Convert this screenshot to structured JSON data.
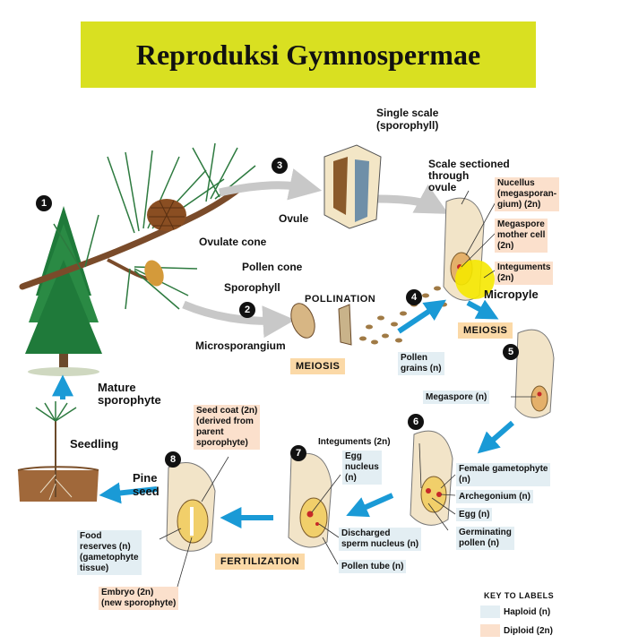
{
  "title": "Reproduksi Gymnospermae",
  "labels": {
    "single_scale": "Single scale",
    "sporophyll_paren": "(sporophyll)",
    "scale_sectioned_1": "Scale sectioned",
    "scale_sectioned_2": "through",
    "scale_sectioned_3": "ovule",
    "ovule": "Ovule",
    "ovulate_cone": "Ovulate cone",
    "pollen_cone": "Pollen cone",
    "sporophyll": "Sporophyll",
    "pollination": "POLLINATION",
    "microsporangium": "Microsporangium",
    "meiosis_1": "MEIOSIS",
    "meiosis_2": "MEIOSIS",
    "pollen_grains_1": "Pollen",
    "pollen_grains_2": "grains (n)",
    "nucellus_1": "Nucellus",
    "nucellus_2": "(megasporan-",
    "nucellus_3": "gium) (2n)",
    "megaspore_mc_1": "Megaspore",
    "megaspore_mc_2": "mother cell",
    "megaspore_mc_3": "(2n)",
    "integuments_top_1": "Integuments",
    "integuments_top_2": "(2n)",
    "micropyle": "Micropyle",
    "megaspore": "Megaspore (n)",
    "mature_sporophyte_1": "Mature",
    "mature_sporophyte_2": "sporophyte",
    "seedling": "Seedling",
    "seed_coat_1": "Seed coat (2n)",
    "seed_coat_2": "(derived from",
    "seed_coat_3": "parent",
    "seed_coat_4": "sporophyte)",
    "integuments_mid": "Integuments (2n)",
    "egg_nucleus_1": "Egg",
    "egg_nucleus_2": "nucleus",
    "egg_nucleus_3": "(n)",
    "female_gametophyte_1": "Female gametophyte",
    "female_gametophyte_2": "(n)",
    "archegonium": "Archegonium (n)",
    "egg": "Egg (n)",
    "germinating_pollen_1": "Germinating",
    "germinating_pollen_2": "pollen (n)",
    "pine_seed_1": "Pine",
    "pine_seed_2": "seed",
    "discharged_1": "Discharged",
    "discharged_2": "sperm nucleus (n)",
    "pollen_tube": "Pollen tube (n)",
    "food_reserves_1": "Food",
    "food_reserves_2": "reserves (n)",
    "food_reserves_3": "(gametophyte",
    "food_reserves_4": "tissue)",
    "fertilization": "FERTILIZATION",
    "embryo_1": "Embryo (2n)",
    "embryo_2": "(new sporophyte)"
  },
  "steps": [
    "1",
    "2",
    "3",
    "4",
    "5",
    "6",
    "7",
    "8"
  ],
  "key": {
    "title": "KEY TO LABELS",
    "haploid": "Haploid (n)",
    "diploid": "Diploid (2n)"
  },
  "colors": {
    "title_bg": "#d9e021",
    "haploid": "#e3eef3",
    "diploid": "#fbe0cc",
    "stage_box": "#fbd9a7",
    "arrow_blue": "#1a9ad6",
    "arrow_gray": "#c8c8c8"
  }
}
